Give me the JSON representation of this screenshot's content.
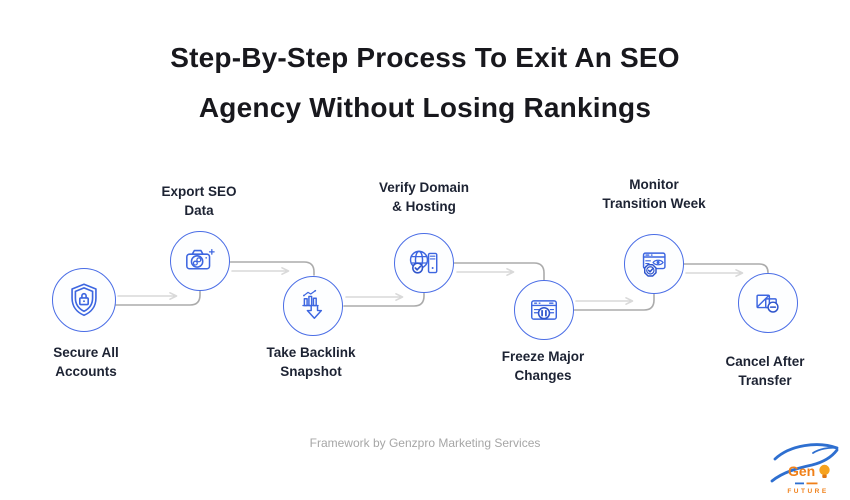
{
  "title": {
    "line1": "Step-By-Step Process To Exit An SEO",
    "line2": "Agency Without Losing Rankings"
  },
  "steps": [
    {
      "name": "secure-all-accounts",
      "icon": "shield-lock-icon",
      "label_lines": [
        "Secure All",
        "Accounts"
      ],
      "label_position": "below"
    },
    {
      "name": "export-seo-data",
      "icon": "camera-link-icon",
      "label_lines": [
        "Export SEO",
        "Data"
      ],
      "label_position": "above"
    },
    {
      "name": "take-backlink-snapshot",
      "icon": "chart-download-icon",
      "label_lines": [
        "Take Backlink",
        "Snapshot"
      ],
      "label_position": "below"
    },
    {
      "name": "verify-domain-hosting",
      "icon": "globe-server-check-icon",
      "label_lines": [
        "Verify Domain",
        "& Hosting"
      ],
      "label_position": "above"
    },
    {
      "name": "freeze-major-changes",
      "icon": "browser-pause-icon",
      "label_lines": [
        "Freeze Major",
        "Changes"
      ],
      "label_position": "below"
    },
    {
      "name": "monitor-transition-week",
      "icon": "window-eye-check-icon",
      "label_lines": [
        "Monitor",
        "Transition Week"
      ],
      "label_position": "above"
    },
    {
      "name": "cancel-after-transfer",
      "icon": "document-cancel-icon",
      "label_lines": [
        "Cancel After",
        "Transfer"
      ],
      "label_position": "below"
    }
  ],
  "footer": {
    "credit": "Framework by Genzpro Marketing Services"
  },
  "logo": {
    "brand": "Gen",
    "tagline": "FUTURE"
  },
  "colors": {
    "circle_border": "#4a6de6",
    "icon_blue": "#3d66e0",
    "icon_dark_blue": "#2f55cc",
    "connector_gray": "#ababab",
    "arrow_gray": "#d9d9d9",
    "title_text": "#18181d",
    "label_text": "#1d2333",
    "footer_text": "#a6a6a6",
    "logo_orange": "#f08019",
    "logo_blue": "#2e6fd0"
  }
}
